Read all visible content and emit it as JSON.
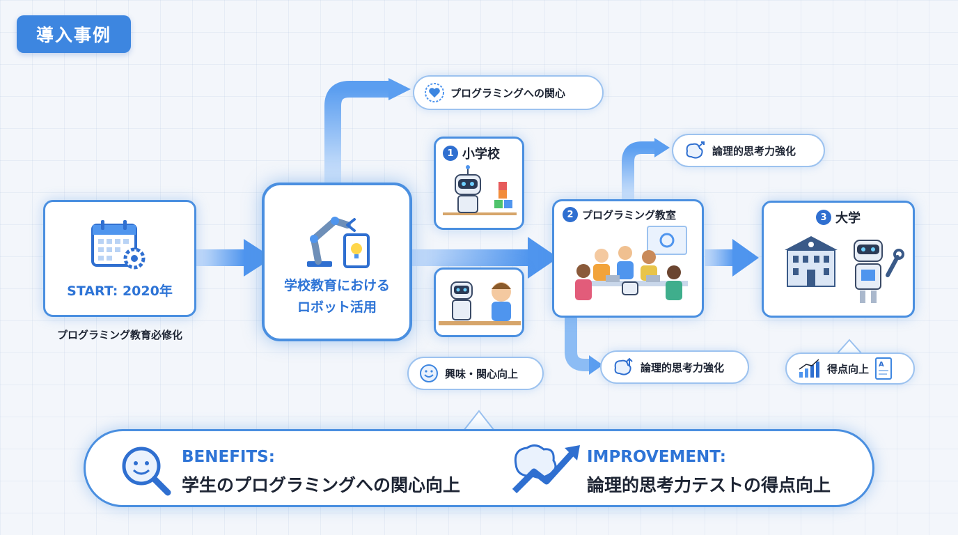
{
  "header": {
    "badge": "導入事例"
  },
  "start": {
    "title": "START: 2020年",
    "caption": "プログラミング教育必修化"
  },
  "center": {
    "line1": "学校教育における",
    "line2": "ロボット活用"
  },
  "stages": {
    "elementary": {
      "num": "1",
      "label": "小学校"
    },
    "classroom": {
      "num": "2",
      "label": "プログラミング教室"
    },
    "university": {
      "num": "3",
      "label": "大学"
    }
  },
  "outcomes": {
    "interest": "プログラミングへの関心",
    "curiosity": "興味・関心向上",
    "logic_top": "論理的思考力強化",
    "logic_bottom": "論理的思考力強化",
    "score": "得点向上"
  },
  "summary": {
    "benefits_heading": "BENEFITS:",
    "benefits_text": "学生のプログラミングへの関心向上",
    "improvement_heading": "IMPROVEMENT:",
    "improvement_text": "論理的思考力テストの得点向上"
  },
  "colors": {
    "accent": "#3d86e0",
    "arrow": "#5b9ef0",
    "border": "#4a8fe0"
  }
}
